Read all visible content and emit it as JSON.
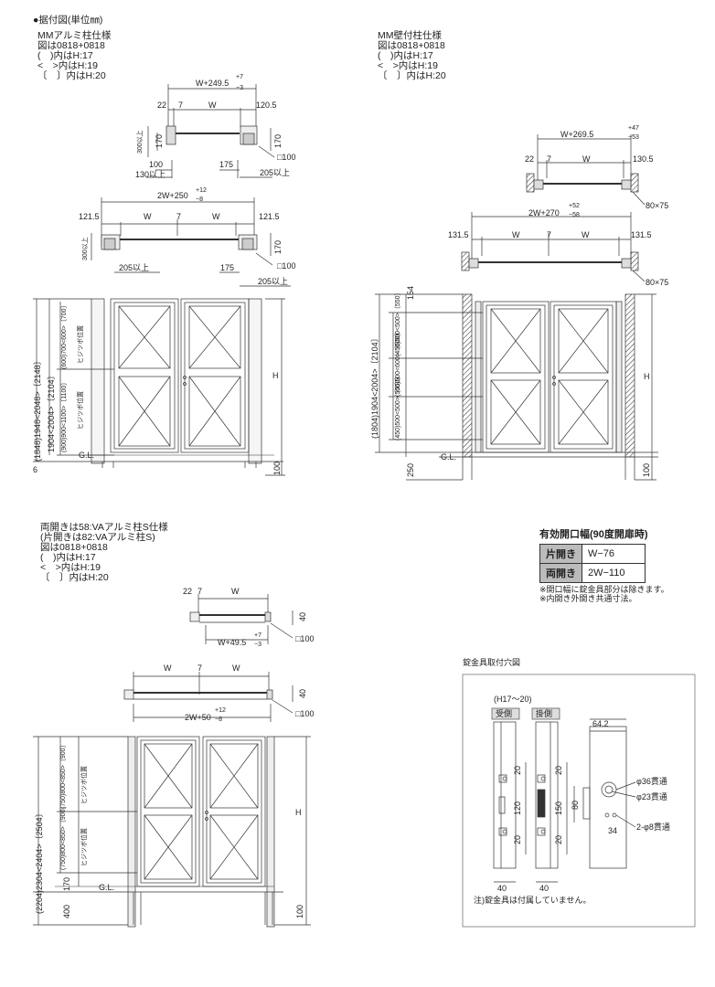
{
  "header": {
    "title": "●据付図(単位㎜)"
  },
  "panel_a": {
    "lines": [
      "MMアルミ柱仕様",
      "図は0818+0818",
      "(　)内はH:17",
      "<　>内はH:19",
      "〔　〕内はH:20"
    ],
    "plan_single": {
      "overall": "W+249.5",
      "tol_plus": "+7",
      "tol_minus": "−3",
      "left": "22",
      "gap": "7",
      "mid": "W",
      "right": "120.5",
      "post_depth": "170",
      "post_clear": "300以上",
      "setback": "100",
      "setback2": "130以上",
      "post_size": "□100",
      "dim175": "175",
      "dim205": "205以上"
    },
    "plan_double": {
      "overall": "2W+250",
      "tol_plus": "+12",
      "tol_minus": "−8",
      "left": "121.5",
      "w1": "W",
      "gap": "7",
      "w2": "W",
      "right": "121.5",
      "post_clear": "300以上",
      "post_depth": "170",
      "post_size": "□100",
      "dim205a": "205以上",
      "dim175": "175",
      "dim205b": "205以上"
    },
    "elevation": {
      "h_outer": "(1848)1948<2048>〔2148〕",
      "h_mid": "1904<2004>〔2104〕",
      "upper": "(600)700<600>〔700〕",
      "upper_note": "ヒジツボ位置",
      "lower": "(900)900<1100>〔1100〕",
      "lower_note": "ヒジツボ位置",
      "base": "6",
      "gl": "G.L.",
      "h": "H",
      "embed": "100"
    }
  },
  "panel_b": {
    "lines": [
      "MM壁付柱仕様",
      "図は0818+0818",
      "(　)内はH:17",
      "<　>内はH:19",
      "〔　〕内はH:20"
    ],
    "plan_single": {
      "overall": "W+269.5",
      "tol_plus": "+47",
      "tol_minus": "−53",
      "left": "22",
      "gap": "7",
      "mid": "W",
      "right": "130.5",
      "post_size": "80×75"
    },
    "plan_double": {
      "overall": "2W+270",
      "tol_plus": "+52",
      "tol_minus": "−58",
      "left": "131.5",
      "w1": "W",
      "gap": "7",
      "w2": "W",
      "right": "131.5",
      "post_size": "80×75"
    },
    "elevation": {
      "top": "154",
      "h_outer": "(1804)1904<2004>〔2104〕",
      "upper": "(450)500<500>〔550〕",
      "mid": "(500)500<600>〔600〕",
      "lower": "(450)500<500>〔550〕",
      "base": "250",
      "gl": "G.L.",
      "h": "H",
      "embed": "100"
    }
  },
  "panel_c": {
    "lines": [
      "両開きは58:VAアルミ柱S仕様",
      "(片開きは82:VAアルミ柱S)",
      "図は0818+0818",
      "(　)内はH:17",
      "<　>内はH:19",
      "〔　〕内はH:20"
    ],
    "plan_single": {
      "left": "22",
      "gap": "7",
      "mid": "W",
      "depth": "40",
      "overall": "W+49.5",
      "tol_plus": "+7",
      "tol_minus": "−3",
      "post_size": "□100"
    },
    "plan_double": {
      "w1": "W",
      "gap": "7",
      "w2": "W",
      "depth": "40",
      "overall": "2W+50",
      "tol_plus": "+12",
      "tol_minus": "−8",
      "post_size": "□100"
    },
    "elevation": {
      "h_outer": "(2204)2304<2404>〔2504〕",
      "upper": "(750)800<850>〔900〕",
      "upper_note": "ヒジツボ位置",
      "lower": "(750)800<850>〔900〕",
      "lower_note": "ヒジツボ位置",
      "gap170": "170",
      "base": "400",
      "gl": "G.L.",
      "h": "H",
      "embed": "100"
    }
  },
  "opening": {
    "title": "有効開口幅(90度開扉時)",
    "rows": [
      {
        "label": "片開き",
        "value": "W−76"
      },
      {
        "label": "両開き",
        "value": "2W−110"
      }
    ],
    "notes": [
      "※開口幅に錠金具部分は除きます。",
      "※内開き外開き共通寸法。"
    ]
  },
  "lock": {
    "title": "錠金具取付穴図",
    "range": "(H17〜20)",
    "recv": "受側",
    "strike": "掛側",
    "d20a": "20",
    "d120": "120",
    "d20b": "20",
    "d40a": "40",
    "d20c": "20",
    "d150": "150",
    "d20d": "20",
    "d40b": "40",
    "w642": "64.2",
    "d80": "80",
    "d34": "34",
    "hole36": "φ36貫通",
    "hole23": "φ23貫通",
    "hole8": "2-φ8貫通",
    "note": "注)錠金具は付属していません。"
  }
}
